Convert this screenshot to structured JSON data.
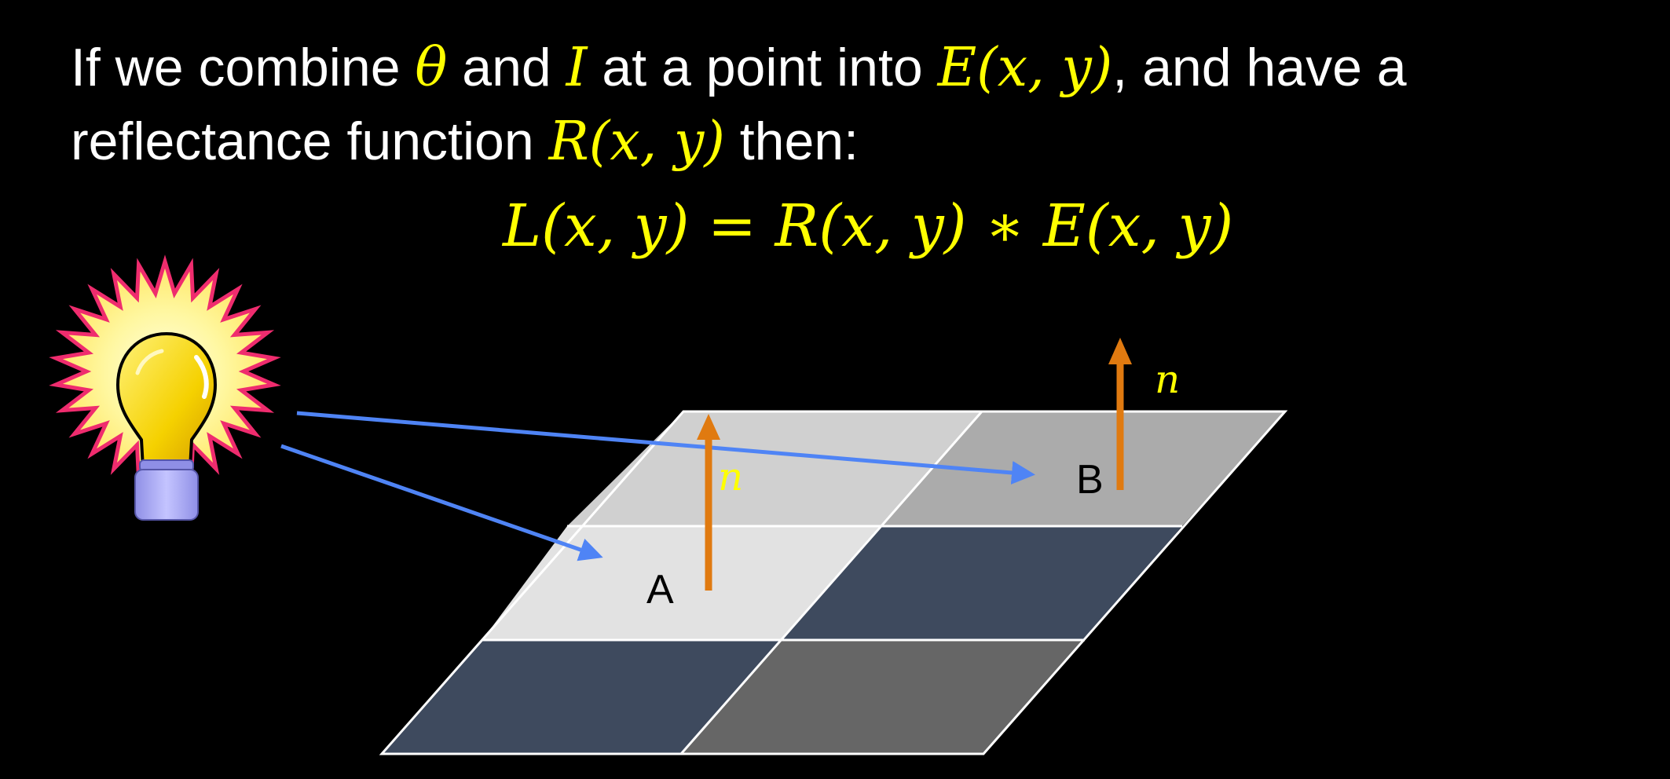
{
  "text": {
    "line1": {
      "part1": "If we combine ",
      "theta": "θ",
      "part2": " and ",
      "intensity": "I",
      "part3": " at a point into ",
      "irradiance": "E(x, y)",
      "part4": ",  and have a"
    },
    "line2": {
      "part1": "reflectance function ",
      "reflectance": "R(x, y)",
      "part2": "  then:"
    },
    "equation": "L(x, y)  =  R(x, y) ∗ E(x, y)"
  },
  "diagram": {
    "point_a_label": "A",
    "point_b_label": "B",
    "normal_label": "n",
    "normal_label_color_a": "#ffff00",
    "normal_label_color_b": "#ffff00",
    "light_source_icon": "lightbulb-icon",
    "tile_colors": {
      "light": "#e2e2e2",
      "mid_light": "#d0d0d0",
      "gray": "#ababab",
      "navy": "#3e4a5e",
      "dark_gray": "#666666"
    },
    "ray_color": "#4f84f5",
    "normal_color": "#e07a10"
  }
}
